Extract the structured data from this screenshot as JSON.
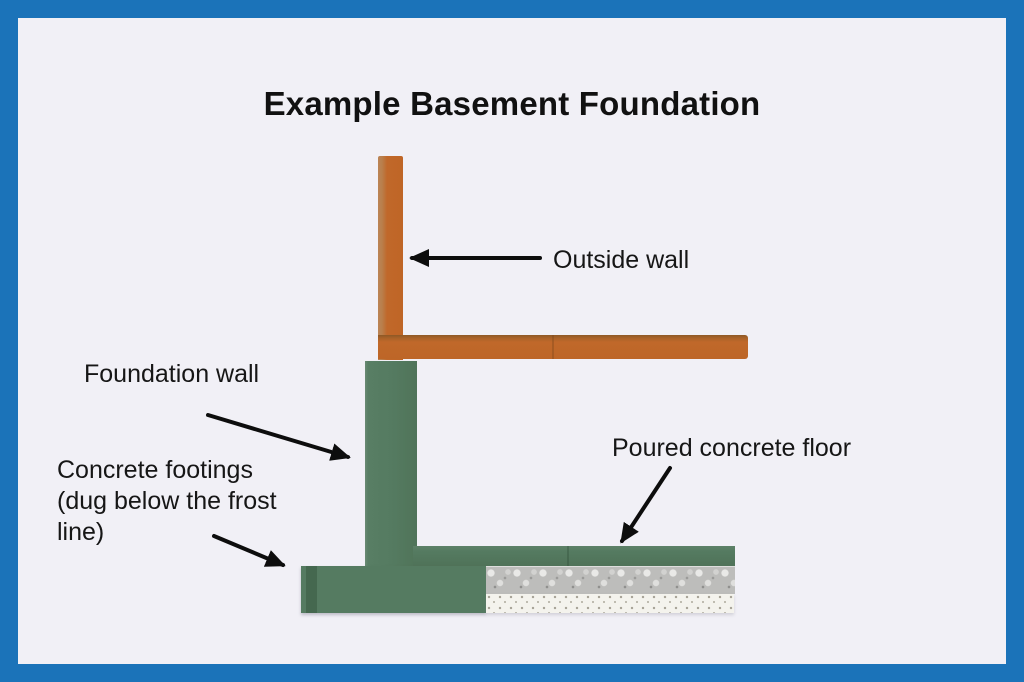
{
  "frame": {
    "border_color": "#1b73b9",
    "canvas_background": "#f1f0f6"
  },
  "title": "Example Basement Foundation",
  "labels": {
    "outside_wall": "Outside wall",
    "foundation_wall": "Foundation wall",
    "concrete_footings": "Concrete footings\n(dug below the frost\nline)",
    "poured_concrete_floor": "Poured concrete floor"
  },
  "colors": {
    "outside_wall_orange": "#c0682a",
    "foundation_green": "#557b61",
    "footing_edge_green": "#45684f",
    "gravel_gray": "#bdbdbb",
    "subbase_cream": "#f4f3ed",
    "arrow_black": "#0d0d0d",
    "text_black": "#161616"
  },
  "parts": [
    {
      "name": "outside-wall",
      "label": "Outside wall"
    },
    {
      "name": "foundation-wall",
      "label": "Foundation wall"
    },
    {
      "name": "concrete-footings",
      "label": "Concrete footings (dug below the frost line)"
    },
    {
      "name": "poured-concrete-floor",
      "label": "Poured concrete floor"
    }
  ]
}
